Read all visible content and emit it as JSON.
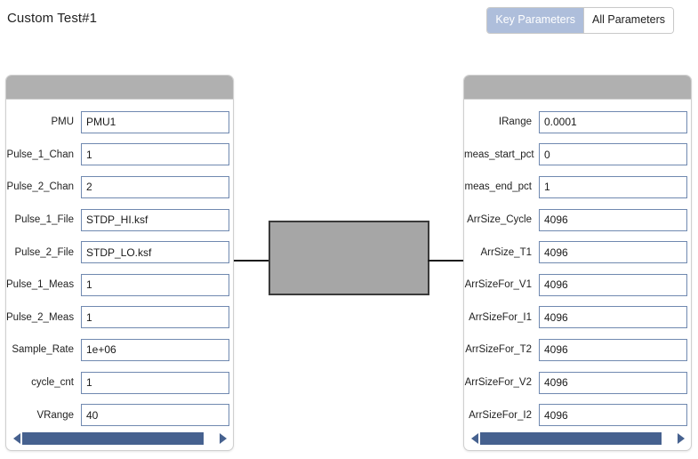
{
  "header": {
    "title": "Custom Test#1",
    "toggle": {
      "options": [
        {
          "label": "Key Parameters",
          "selected": true
        },
        {
          "label": "All Parameters",
          "selected": false
        }
      ]
    }
  },
  "colors": {
    "accent_selected": "#aebedb",
    "scrollbar": "#46618f",
    "panel_header": "#b0b0b0",
    "block_fill": "#a6a6a6",
    "input_border": "#7089b0"
  },
  "left_panel": {
    "rows": [
      {
        "label": "PMU",
        "value": "PMU1"
      },
      {
        "label": "Pulse_1_Chan",
        "value": "1"
      },
      {
        "label": "Pulse_2_Chan",
        "value": "2"
      },
      {
        "label": "Pulse_1_File",
        "value": "STDP_HI.ksf"
      },
      {
        "label": "Pulse_2_File",
        "value": "STDP_LO.ksf"
      },
      {
        "label": "Pulse_1_Meas",
        "value": "1"
      },
      {
        "label": "Pulse_2_Meas",
        "value": "1"
      },
      {
        "label": "Sample_Rate",
        "value": "1e+06"
      },
      {
        "label": "cycle_cnt",
        "value": "1"
      },
      {
        "label": "VRange",
        "value": "40"
      }
    ],
    "scrollbar": {
      "thumb_pct": 93
    }
  },
  "right_panel": {
    "rows": [
      {
        "label": "IRange",
        "value": "0.0001"
      },
      {
        "label": "meas_start_pct",
        "value": "0"
      },
      {
        "label": "meas_end_pct",
        "value": "1"
      },
      {
        "label": "ArrSize_Cycle",
        "value": "4096"
      },
      {
        "label": "ArrSize_T1",
        "value": "4096"
      },
      {
        "label": "ArrSizeFor_V1",
        "value": "4096"
      },
      {
        "label": "ArrSizeFor_I1",
        "value": "4096"
      },
      {
        "label": "ArrSizeFor_T2",
        "value": "4096"
      },
      {
        "label": "ArrSizeFor_V2",
        "value": "4096"
      },
      {
        "label": "ArrSizeFor_I2",
        "value": "4096"
      }
    ],
    "scrollbar": {
      "thumb_pct": 93
    }
  },
  "diagram": {
    "block_label": ""
  }
}
